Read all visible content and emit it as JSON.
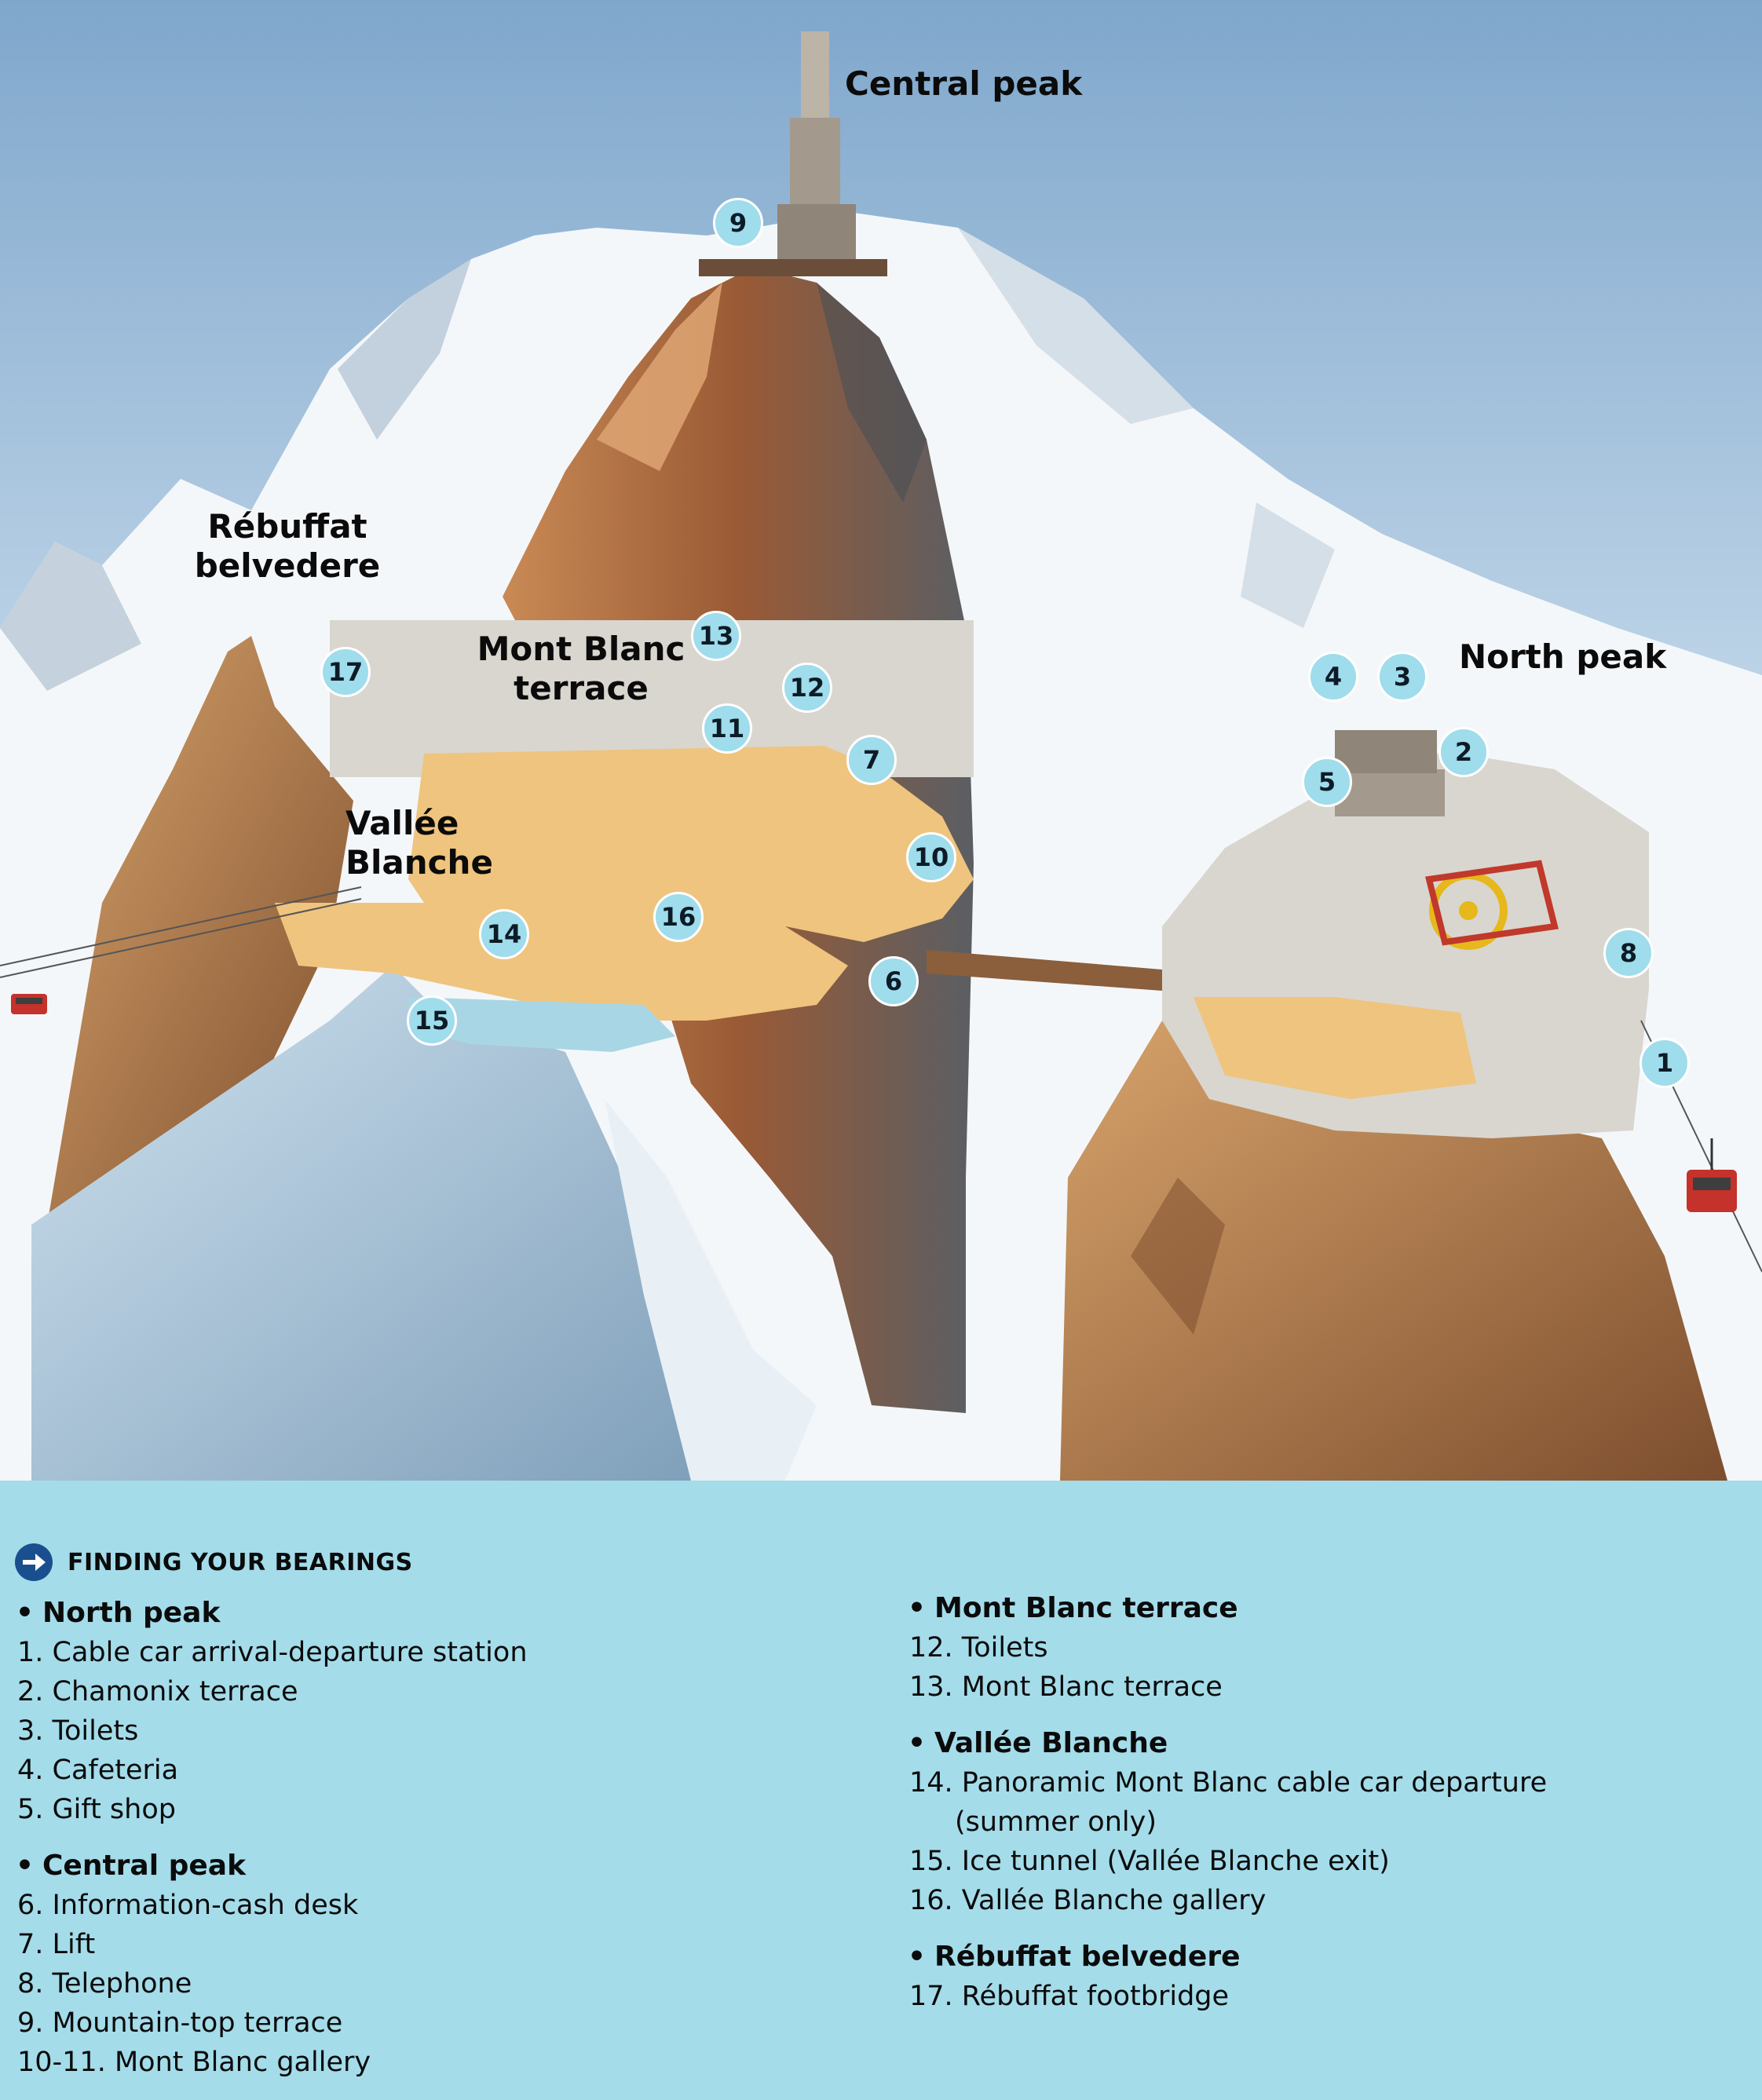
{
  "labels": {
    "central_peak": "Central peak",
    "north_peak": "North peak",
    "rebuffat": "Rébuffat belvedere",
    "mont_blanc_terrace": "Mont Blanc terrace",
    "vallee_blanche": "Vallée Blanche"
  },
  "markers": [
    "1",
    "2",
    "3",
    "4",
    "5",
    "6",
    "7",
    "8",
    "9",
    "10",
    "11",
    "12",
    "13",
    "14",
    "15",
    "16",
    "17"
  ],
  "legend": {
    "heading": "FINDING YOUR BEARINGS",
    "groups": [
      {
        "title": "North peak",
        "items": [
          "1. Cable car arrival-departure station",
          "2. Chamonix terrace",
          "3. Toilets",
          "4. Cafeteria",
          "5. Gift shop"
        ]
      },
      {
        "title": "Central peak",
        "items": [
          "6. Information-cash desk",
          "7. Lift",
          "8. Telephone",
          "9. Mountain-top terrace",
          "10-11. Mont Blanc gallery"
        ]
      },
      {
        "title": "Mont Blanc terrace",
        "items": [
          "12. Toilets",
          "13. Mont Blanc terrace"
        ]
      },
      {
        "title": "Vallée Blanche",
        "items": [
          "14. Panoramic Mont Blanc cable car departure",
          "(summer only)",
          "15. Ice tunnel (Vallée Blanche exit)",
          "16. Vallée Blanche gallery"
        ]
      },
      {
        "title": "Rébuffat belvedere",
        "items": [
          "17. Rébuffat footbridge"
        ]
      }
    ]
  },
  "colors": {
    "legend_bg": "#a4dcea",
    "marker_fill": "#9fdcec",
    "gallery_fill": "#efc47e",
    "rock": "#a8633a",
    "sky": "#7fa7cc",
    "cable_car": "#c4322b"
  },
  "icons": [
    "arrow-right-circle-icon",
    "cable-car-icon"
  ]
}
